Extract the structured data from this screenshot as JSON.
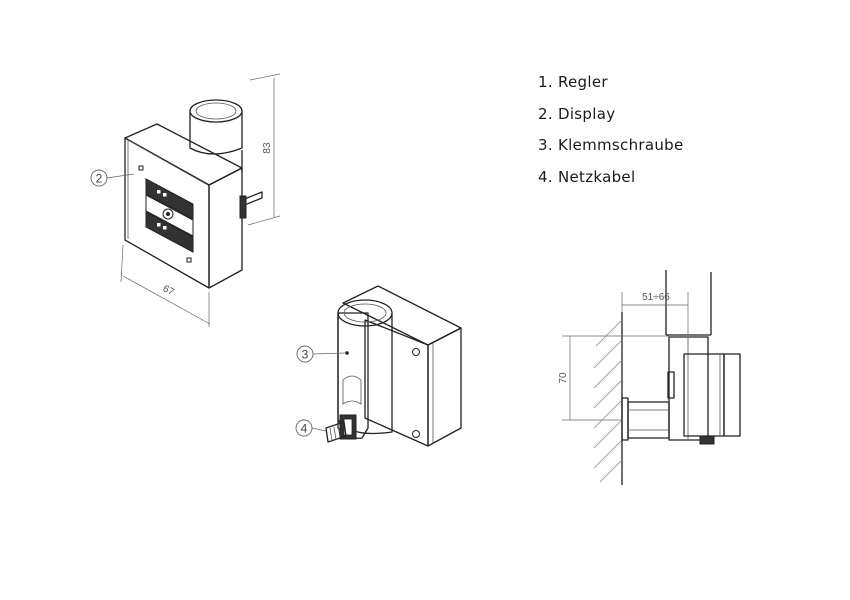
{
  "legend": {
    "items": [
      {
        "label": "1. Regler"
      },
      {
        "label": "2. Display"
      },
      {
        "label": "3. Klemmschraube"
      },
      {
        "label": "4. Netzkabel"
      }
    ]
  },
  "callouts": {
    "display": "2",
    "clamp_screw": "3",
    "power_cable": "4"
  },
  "dimensions": {
    "height": "83",
    "width": "67",
    "offset": "51÷66",
    "depth": "70"
  }
}
